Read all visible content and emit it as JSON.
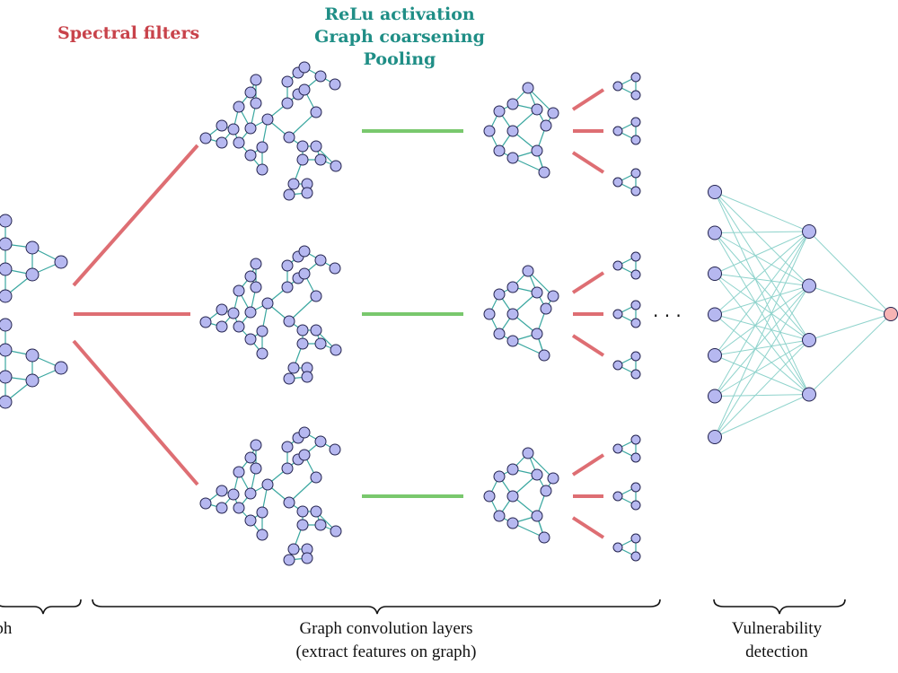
{
  "labels": {
    "spectral_filters": "Spectral filters",
    "ops": [
      "ReLu activation",
      "Graph coarsening",
      "Pooling"
    ],
    "input_graph": "aph",
    "conv_layers": [
      "Graph convolution layers",
      "(extract features on graph)"
    ],
    "vulnerability": [
      "Vulnerability",
      "detection"
    ],
    "ellipsis": ". . ."
  },
  "colors": {
    "node_fill": "#b6b8f0",
    "output_node_fill": "#f6b4b4",
    "graph_edge": "#3aa7a0",
    "spectral_connector": "#de6e73",
    "activation_connector": "#79c86d",
    "spectral_label": "#c8424a",
    "ops_label": "#1f8e86"
  },
  "network": {
    "input_nodes": 7,
    "hidden_nodes": 4,
    "output_nodes": 1
  }
}
